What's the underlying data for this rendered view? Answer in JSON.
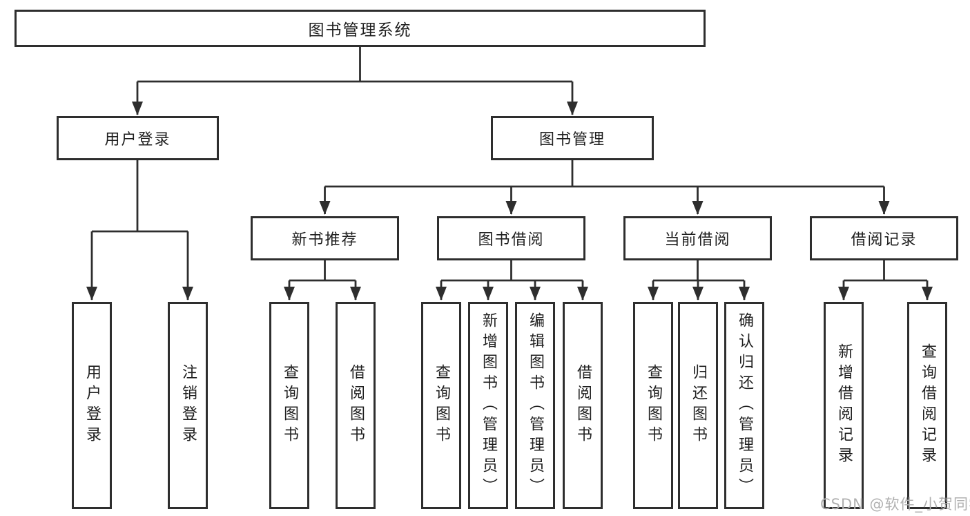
{
  "diagram_title": "图书管理系统",
  "tree": {
    "root": "图书管理系统",
    "branches": [
      {
        "label": "用户登录",
        "leaves": [
          "用户登录",
          "注销登录"
        ]
      },
      {
        "label": "图书管理",
        "groups": [
          {
            "label": "新书推荐",
            "leaves": [
              "查询图书",
              "借阅图书"
            ]
          },
          {
            "label": "图书借阅",
            "leaves": [
              "查询图书",
              "新增图书（管理员）",
              "编辑图书（管理员）",
              "借阅图书"
            ]
          },
          {
            "label": "当前借阅",
            "leaves": [
              "查询图书",
              "归还图书",
              "确认归还（管理员）"
            ]
          },
          {
            "label": "借阅记录",
            "leaves": [
              "新增借阅记录",
              "查询借阅记录"
            ]
          }
        ]
      }
    ]
  },
  "watermark": "CSDN @软件_小贺同学",
  "colors": {
    "line": "#2e2e2e",
    "text": "#1f1f1f",
    "box_fill": "#ffffff",
    "watermark": "#b0b0b0",
    "background": "#ffffff"
  }
}
